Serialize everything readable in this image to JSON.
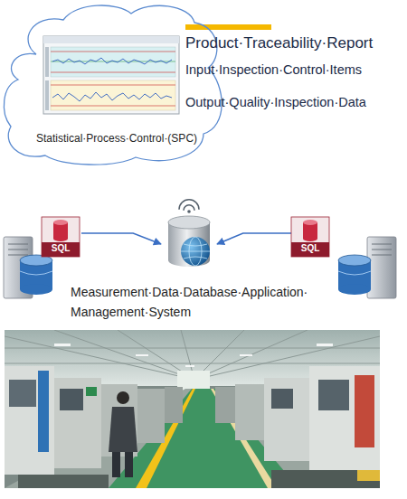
{
  "diagram": {
    "nodes": [
      {
        "text": [
          "Statistical·Process·Control·(SPC)"
        ]
      },
      {
        "text": [
          "SQL"
        ]
      },
      {
        "text": [
          "Measurement·Data·Database·Application· Management·System"
        ]
      },
      {
        "text": [
          "SQL"
        ]
      }
    ],
    "edges": [
      {
        "from": 1,
        "to": 2,
        "arrow": "to"
      },
      {
        "from": 3,
        "to": 2,
        "arrow": "to"
      }
    ],
    "labels": [
      "Product·Traceability·Report",
      "Input·Inspection·Control·Items",
      "Output·Quality·Inspection·Data"
    ]
  }
}
